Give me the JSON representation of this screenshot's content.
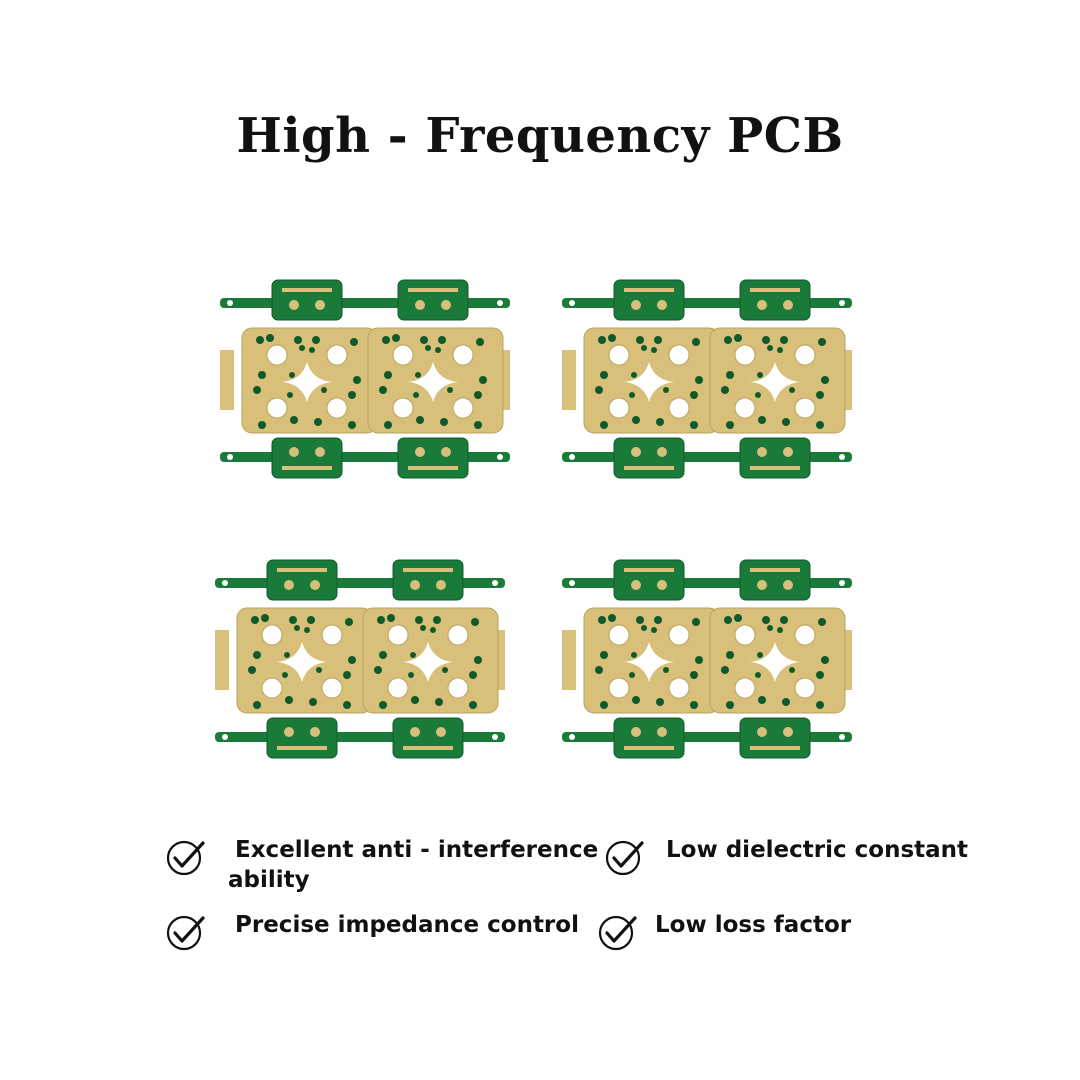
{
  "title": "High - Frequency PCB",
  "image": {
    "description_icon": "pcb-panel-icon",
    "panels": 4,
    "colors": {
      "solder_mask": "#1a7a3a",
      "gold": "#d8c07a",
      "pad_dark": "#0f5a2a"
    }
  },
  "features": [
    {
      "icon": "check-circle-icon",
      "line1": " Excellent anti - interference",
      "line2": "ability"
    },
    {
      "icon": "check-circle-icon",
      "line1": " Low dielectric constant",
      "line2": ""
    },
    {
      "icon": "check-circle-icon",
      "line1": " Precise impedance control",
      "line2": ""
    },
    {
      "icon": "check-circle-icon",
      "line1": " Low loss factor",
      "line2": ""
    }
  ]
}
